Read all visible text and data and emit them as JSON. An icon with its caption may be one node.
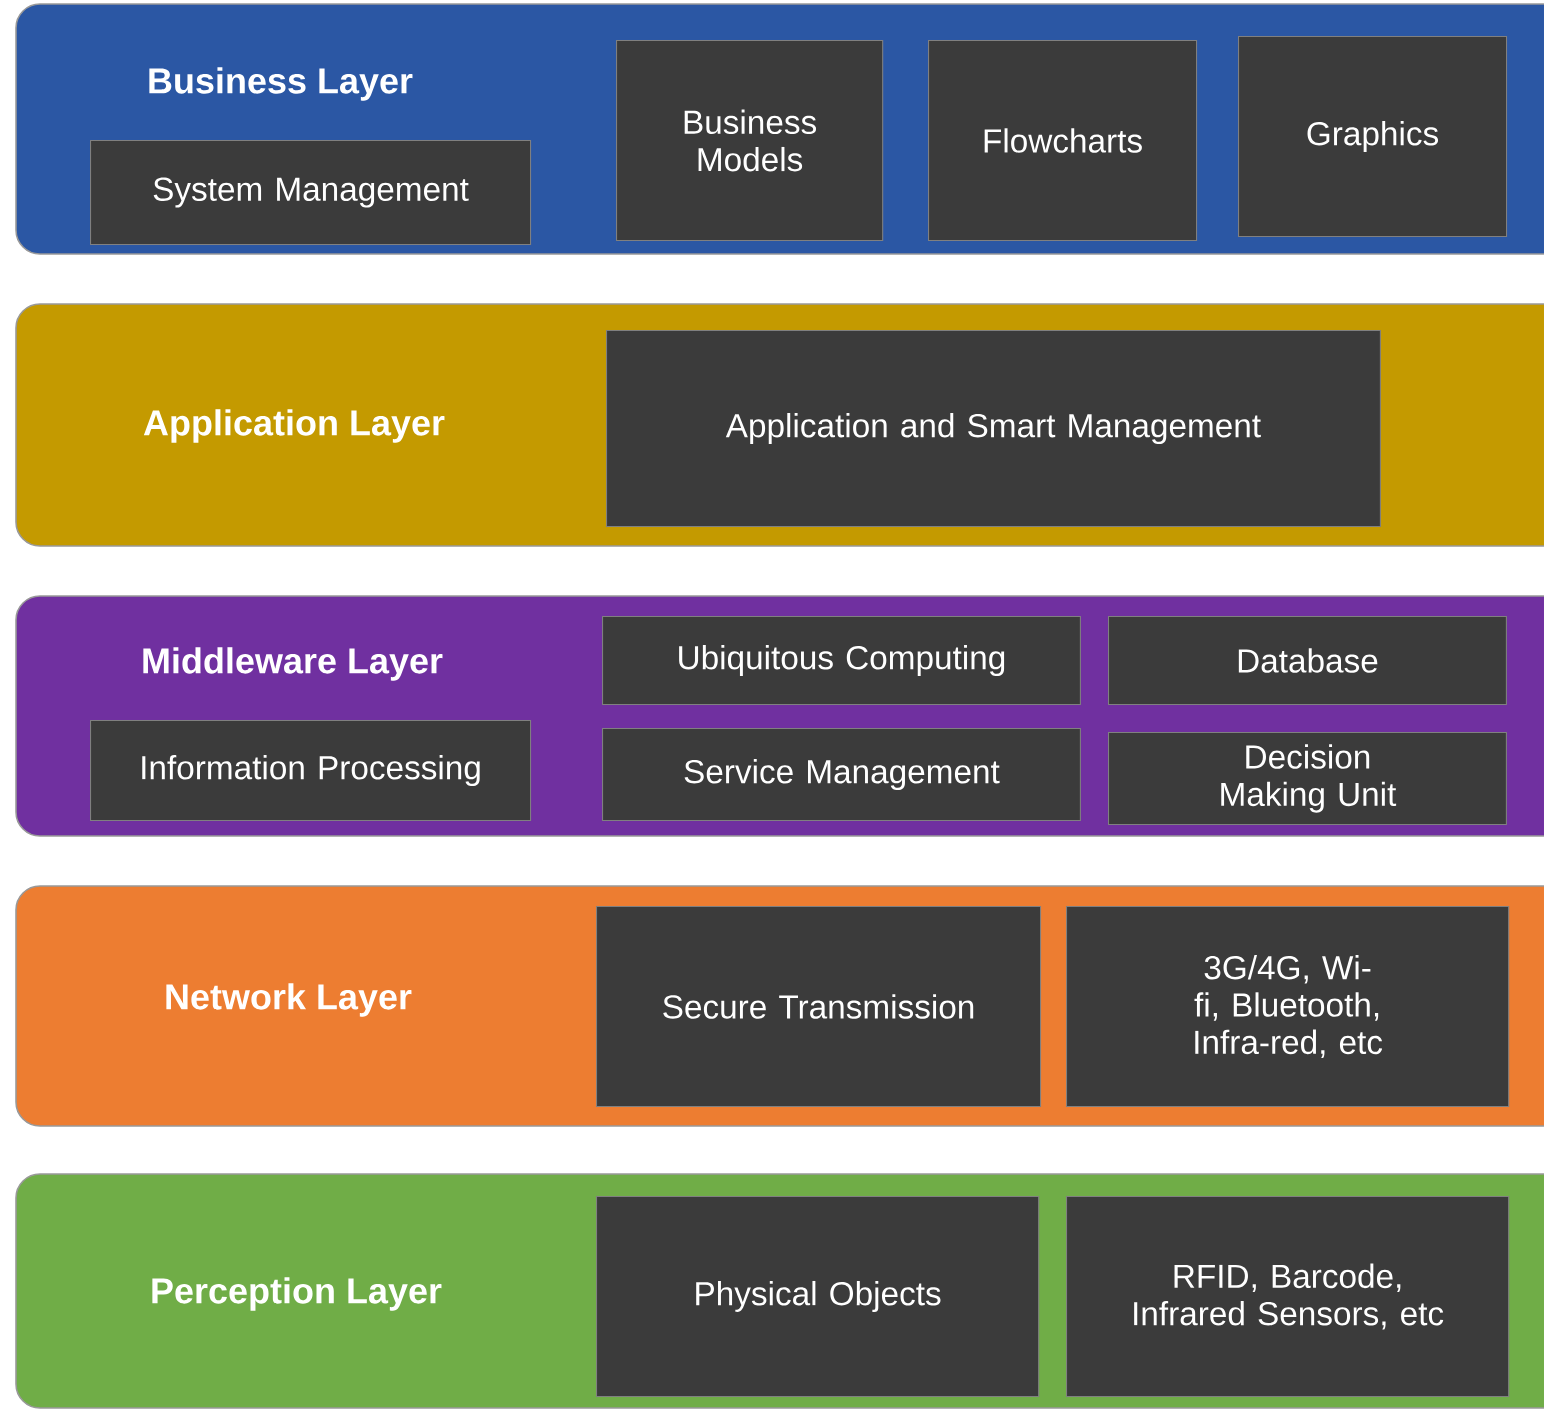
{
  "diagram": {
    "nodes": [
      {
        "text": [
          "Business Layer"
        ]
      },
      {
        "text": [
          "System Management"
        ],
        "in": 0
      },
      {
        "text": [
          "Business Models"
        ],
        "in": 0
      },
      {
        "text": [
          "Flowcharts"
        ],
        "in": 0
      },
      {
        "text": [
          "Graphics"
        ],
        "in": 0
      },
      {
        "text": [
          "Application Layer"
        ]
      },
      {
        "text": [
          "Application and Smart Management"
        ],
        "in": 5
      },
      {
        "text": [
          "Middleware Layer"
        ]
      },
      {
        "text": [
          "Ubiquitous Computing"
        ],
        "in": 7
      },
      {
        "text": [
          "Database"
        ],
        "in": 7
      },
      {
        "text": [
          "Information Processing"
        ],
        "in": 7
      },
      {
        "text": [
          "Service Management"
        ],
        "in": 7
      },
      {
        "text": [
          "Decision Making Unit"
        ],
        "in": 7
      },
      {
        "text": [
          "Network Layer"
        ]
      },
      {
        "text": [
          "Secure Transmission"
        ],
        "in": 13
      },
      {
        "text": [
          "3G/4G, Wi-fi, Bluetooth, Infra-red, etc"
        ],
        "in": 13
      },
      {
        "text": [
          "Perception Layer"
        ]
      },
      {
        "text": [
          "Physical Objects"
        ],
        "in": 16
      },
      {
        "text": [
          "RFID, Barcode, Infrared Sensors, etc"
        ],
        "in": 16
      }
    ]
  }
}
